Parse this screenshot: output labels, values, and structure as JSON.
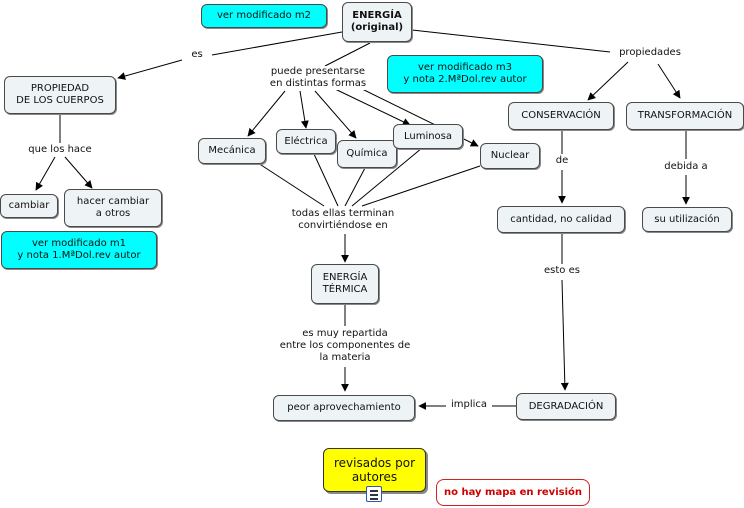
{
  "nodes": {
    "energia": "ENERGÍA\n(original)",
    "ver_m2": "ver modificado m2",
    "propiedad": "PROPIEDAD\nDE LOS CUERPOS",
    "cambiar": "cambiar",
    "hacer_cambiar": "hacer cambiar\na otros",
    "ver_m1": "ver modificado m1\ny nota 1.MªDol.rev autor",
    "ver_m3": "ver modificado m3\ny nota 2.MªDol.rev autor",
    "mecanica": "Mecánica",
    "electrica": "Eléctrica",
    "quimica": "Química",
    "luminosa": "Luminosa",
    "nuclear": "Nuclear",
    "energia_termica": "ENERGÍA\nTÉRMICA",
    "peor": "peor aprovechamiento",
    "conservacion": "CONSERVACIÓN",
    "transformacion": "TRANSFORMACIÓN",
    "cantidad": "cantidad, no calidad",
    "su_utilizacion": "su utilización",
    "degradacion": "DEGRADACIÓN",
    "revisados": "revisados por\nautores",
    "no_hay": "no hay mapa en revisión"
  },
  "links": {
    "es": "es",
    "que_los_hace": "que los hace",
    "puede_presentarse": "puede presentarse\nen distintas formas",
    "propiedades": "propiedades",
    "todas_ellas": "todas ellas terminan\nconvirtiéndose en",
    "es_muy": "es muy repartida\nentre los componentes de\nla materia",
    "de": "de",
    "debida_a": "debida a",
    "esto_es": "esto es",
    "implica": "implica"
  },
  "icons": {
    "resource": "document-icon"
  },
  "colors": {
    "node_bg": "#eef3f6",
    "cyan_note": "#00ffff",
    "yellow_note": "#ffff00",
    "red_text": "#cc0000"
  }
}
